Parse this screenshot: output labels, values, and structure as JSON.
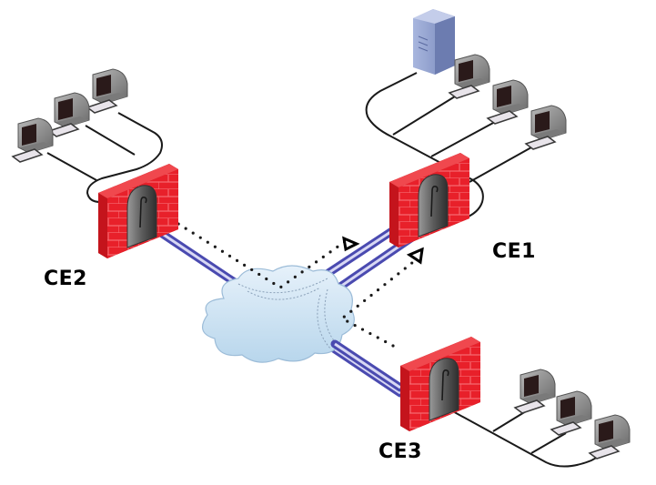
{
  "diagram": {
    "title": "",
    "nodes": [
      {
        "id": "ce1",
        "label": "CE1",
        "type": "firewall",
        "attached": [
          "server",
          "pc",
          "pc",
          "pc"
        ]
      },
      {
        "id": "ce2",
        "label": "CE2",
        "type": "firewall",
        "attached": [
          "pc",
          "pc",
          "pc"
        ]
      },
      {
        "id": "ce3",
        "label": "CE3",
        "type": "firewall",
        "attached": [
          "pc",
          "pc",
          "pc"
        ]
      },
      {
        "id": "cloud",
        "label": "",
        "type": "network-cloud"
      }
    ],
    "links": [
      {
        "from": "ce2",
        "to": "ce1",
        "style": "tunnel"
      },
      {
        "from": "ce3",
        "to": "ce1",
        "style": "tunnel"
      },
      {
        "from": "ce2",
        "to": "ce1",
        "style": "dotted-arrow"
      },
      {
        "from": "ce3",
        "to": "ce1",
        "style": "dotted-arrow"
      }
    ],
    "colors": {
      "firewall_brick": "#e8202a",
      "firewall_dark": "#b01018",
      "tunnel": "#4a4ab0",
      "tunnel_highlight": "#d8d8f4",
      "cloud": "#cde3f2",
      "wire": "#1a1a1a",
      "server": "#8d9cc9",
      "pc_body": "#8a8a8a",
      "pc_screen": "#2a1a1a"
    }
  }
}
